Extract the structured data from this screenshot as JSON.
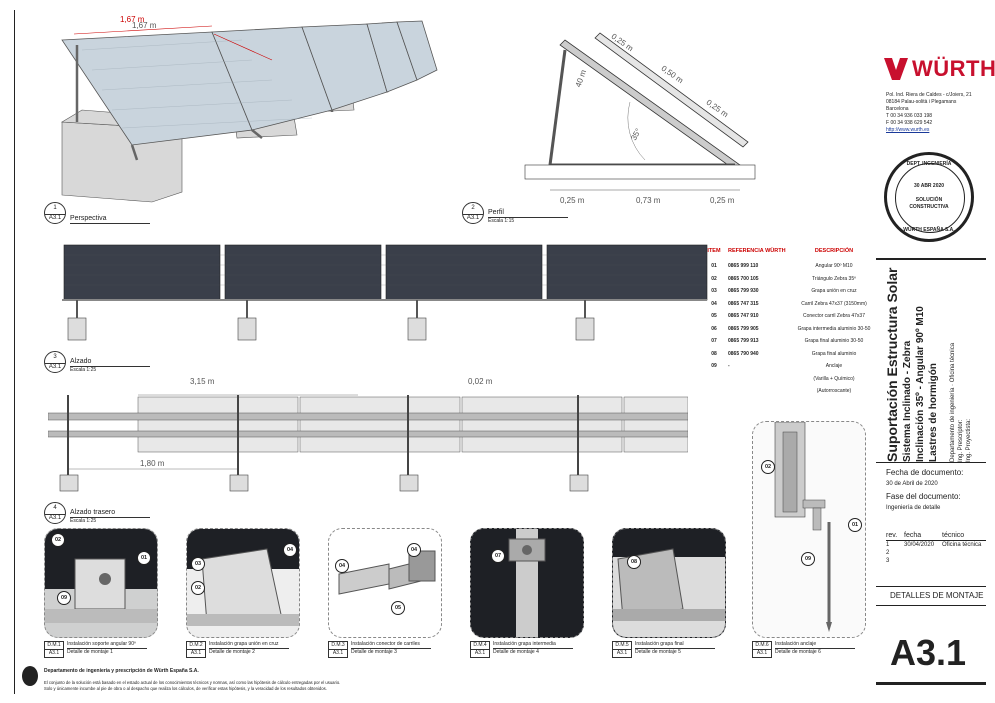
{
  "dimensions": {
    "width_1_67": "1,67 m",
    "d_0_25_a": "0,25 m",
    "d_0_50": "0,50 m",
    "d_0_25_b": "0,25 m",
    "d_40": "40 m",
    "angle_35": "35°",
    "bottom_0_25_a": "0,25 m",
    "bottom_0_73": "0,73 m",
    "bottom_0_25_b": "0,25 m",
    "d_3_15": "3,15 m",
    "d_0_02": "0,02 m",
    "d_1_80": "1,80 m"
  },
  "views": [
    {
      "num": "1",
      "sheet": "A3.1",
      "title": "Perspectiva",
      "scale": ""
    },
    {
      "num": "2",
      "sheet": "A3.1",
      "title": "Perfil",
      "scale": "Escala 1:15"
    },
    {
      "num": "3",
      "sheet": "A3.1",
      "title": "Alzado",
      "scale": "Escala 1:25"
    },
    {
      "num": "4",
      "sheet": "A3.1",
      "title": "Alzado trasero",
      "scale": "Escala 1:25"
    }
  ],
  "table": {
    "headers": [
      "ITEM",
      "REFERENCIA WÜRTH",
      "DESCRIPCIÓN"
    ],
    "rows": [
      [
        "01",
        "0865 999 110",
        "Angular 90º M10"
      ],
      [
        "02",
        "0865 700 105",
        "Triángulo Zebra 35º"
      ],
      [
        "03",
        "0865 799 930",
        "Grapa unión en cruz"
      ],
      [
        "04",
        "0865 747 315",
        "Carril Zebra 47x37 (3150mm)"
      ],
      [
        "05",
        "0865 747 910",
        "Conector carril Zebra 47x37"
      ],
      [
        "06",
        "0865 799 905",
        "Grapa intermedia aluminio 30-50"
      ],
      [
        "07",
        "0865 799 913",
        "Grapa final aluminio 30-50"
      ],
      [
        "08",
        "0865 790 940",
        "Grapa final aluminio"
      ],
      [
        "09",
        "-",
        "Anclaje"
      ]
    ],
    "extra": [
      "(Varilla + Químico)",
      "(Autorroscante)"
    ]
  },
  "company": {
    "brand": "WÜRTH",
    "address": [
      "Pol. Ind. Riera de Caldes - c/Joiers, 21",
      "08184 Palau-solità i Plegamans",
      "Barcelona",
      "T 00 34 936 033 198",
      "F 00 34 938 629 542"
    ],
    "web": "http://www.wurth.es"
  },
  "stamp": {
    "top": "DEPT. INGENIERÍA",
    "date": "30 ABR 2020",
    "line1": "SOLUCIÓN",
    "line2": "CONSTRUCTIVA",
    "bottom": "WÜRTH  ESPAÑA  S.A."
  },
  "project": {
    "title": "Suportación Estructura Solar",
    "line2": "Sistema Inclinado - Zebra",
    "line3": "Inclinación 35º - Angular 90º M10",
    "line4": "Lastres de hormigón",
    "dept": "Departamento de ingeniería · Oficina técnica",
    "prescriptor": "Ing. Prescriptor:",
    "proyectista": "Ing. Proyectista:"
  },
  "docinfo": {
    "fecha_label": "Fecha de documento:",
    "fecha_value": "30 de Abril de 2020",
    "fase_label": "Fase del documento:",
    "fase_value": "Ingeniería de detalle",
    "rev_headers": [
      "rev.",
      "fecha",
      "técnico"
    ],
    "rev_rows": [
      [
        "1",
        "30/04/2020",
        "Oficina técnica"
      ],
      [
        "2",
        "",
        ""
      ],
      [
        "3",
        "",
        ""
      ]
    ],
    "section": "DETALLES DE MONTAJE",
    "sheet": "A3.1"
  },
  "details": [
    {
      "code": "D.M.1",
      "sheet": "A3.1",
      "title": "Instalación soporte angular 90º",
      "sub": "Detalle de montaje 1"
    },
    {
      "code": "D.M.2",
      "sheet": "A3.1",
      "title": "Instalación grapa unión en cruz",
      "sub": "Detalle de montaje 2"
    },
    {
      "code": "D.M.3",
      "sheet": "A3.1",
      "title": "Instalación conector de carriles",
      "sub": "Detalle de montaje 3"
    },
    {
      "code": "D.M.4",
      "sheet": "A3.1",
      "title": "Instalación grapa intermedia",
      "sub": "Detalle de montaje 4"
    },
    {
      "code": "D.M.5",
      "sheet": "A3.1",
      "title": "Instalación grapa final",
      "sub": "Detalle de montaje 5"
    },
    {
      "code": "D.M.6",
      "sheet": "A3.1",
      "title": "Instalación anclaje",
      "sub": "Detalle de montaje 6"
    }
  ],
  "detail_tags": {
    "d1": [
      "02",
      "01",
      "09"
    ],
    "d2": [
      "03",
      "04",
      "02"
    ],
    "d3": [
      "04",
      "04",
      "05"
    ],
    "d4": [
      "07"
    ],
    "d5": [
      "08"
    ],
    "d6": [
      "02",
      "01",
      "09"
    ]
  },
  "footer": {
    "title": "Departamento de ingeniería y prescripción de Würth España S.A.",
    "line1": "El conjunto de la solución está basado en el estado actual de los conocimientos técnicos y normas, así como las hipótesis de cálculo entregadas por el usuario.",
    "line2": "Solo y únicamente incumbe al pie de obra o al despacho que realiza los cálculos, de verificar estas hipótesis, y la veracidad de los resultados obtenidos."
  },
  "colors": {
    "accent": "#c8102e",
    "panel": "#3a3f4a",
    "rail": "#b8b8b8"
  }
}
